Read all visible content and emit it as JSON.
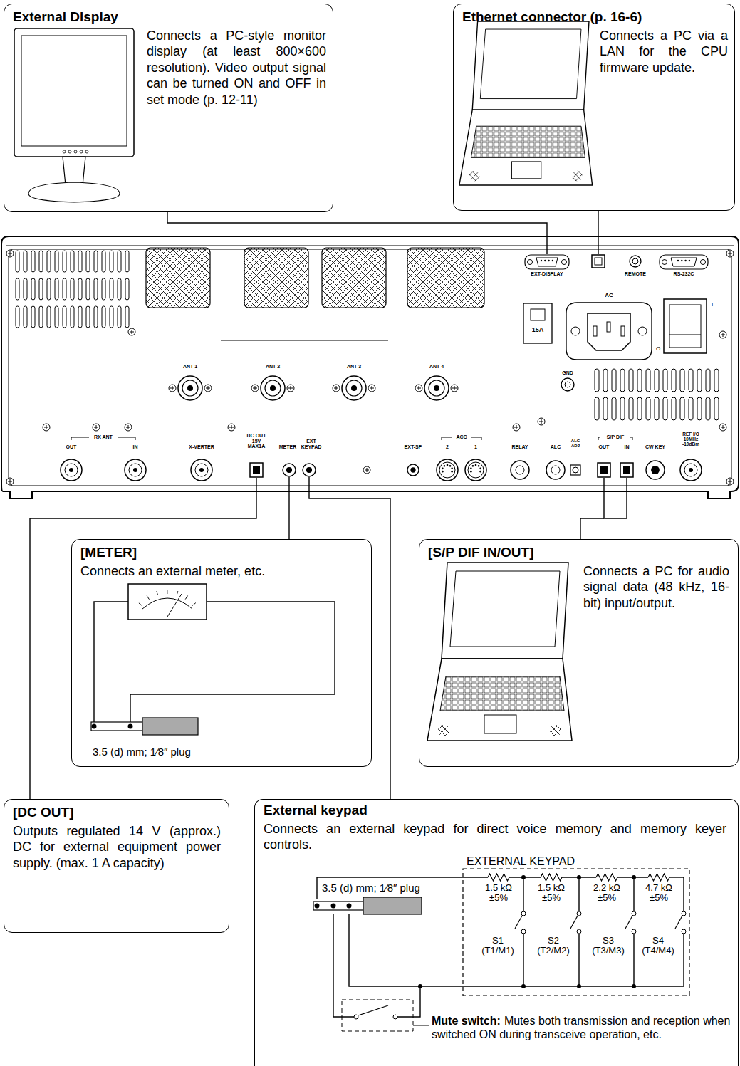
{
  "diagram": {
    "nodes": [
      {
        "text": [
          "External Display",
          "Connects a PC-style monitor display (at least 800×600 resolution). Video output signal can be turned ON and OFF in set mode (p. 12-11)"
        ]
      },
      {
        "text": [
          "Ethernet connector (p. 16-6)",
          "Connects a PC via a LAN for the CPU firmware update."
        ]
      },
      {
        "text": [
          "[METER]",
          "Connects an external meter, etc."
        ]
      },
      {
        "text": [
          "[S/P DIF IN/OUT]",
          "Connects a PC for audio signal data (48 kHz, 16-bit) input/output."
        ]
      },
      {
        "text": [
          "[DC OUT]",
          "Outputs regulated 14 V (approx.) DC for external equipment power supply. (max. 1 A capacity)"
        ]
      },
      {
        "text": [
          "External keypad",
          "Connects an external keypad for direct voice memory and memory keyer controls."
        ]
      }
    ],
    "labels": [
      "EXT-DISPLAY",
      "REMOTE",
      "RS-232C",
      "AC",
      "15A",
      "I",
      "O",
      "ANT 1",
      "ANT 2",
      "ANT 3",
      "ANT 4",
      "GND",
      "RX ANT",
      "OUT",
      "IN",
      "X-VERTER",
      "DC OUT 15V MAX1A",
      "METER",
      "EXT KEYPAD",
      "EXT-SP",
      "ACC",
      "2",
      "1",
      "RELAY",
      "ALC",
      "ALC ADJ",
      "S/P DIF",
      "OUT",
      "IN",
      "CW KEY",
      "REF I/O 10MHz -10dBm",
      "3.5 (d) mm; 1⁄8″ plug",
      "EXTERNAL KEYPAD",
      "1.5 kΩ ±5%",
      "1.5 kΩ ±5%",
      "2.2 kΩ ±5%",
      "4.7 kΩ ±5%",
      "S1 (T1/M1)",
      "S2 (T2/M2)",
      "S3 (T3/M3)",
      "S4 (T4/M4)",
      "3.5 (d) mm; 1⁄8″ plug",
      "Mute switch:",
      "Mutes both transmission and reception when switched ON during transceive operation, etc."
    ]
  }
}
